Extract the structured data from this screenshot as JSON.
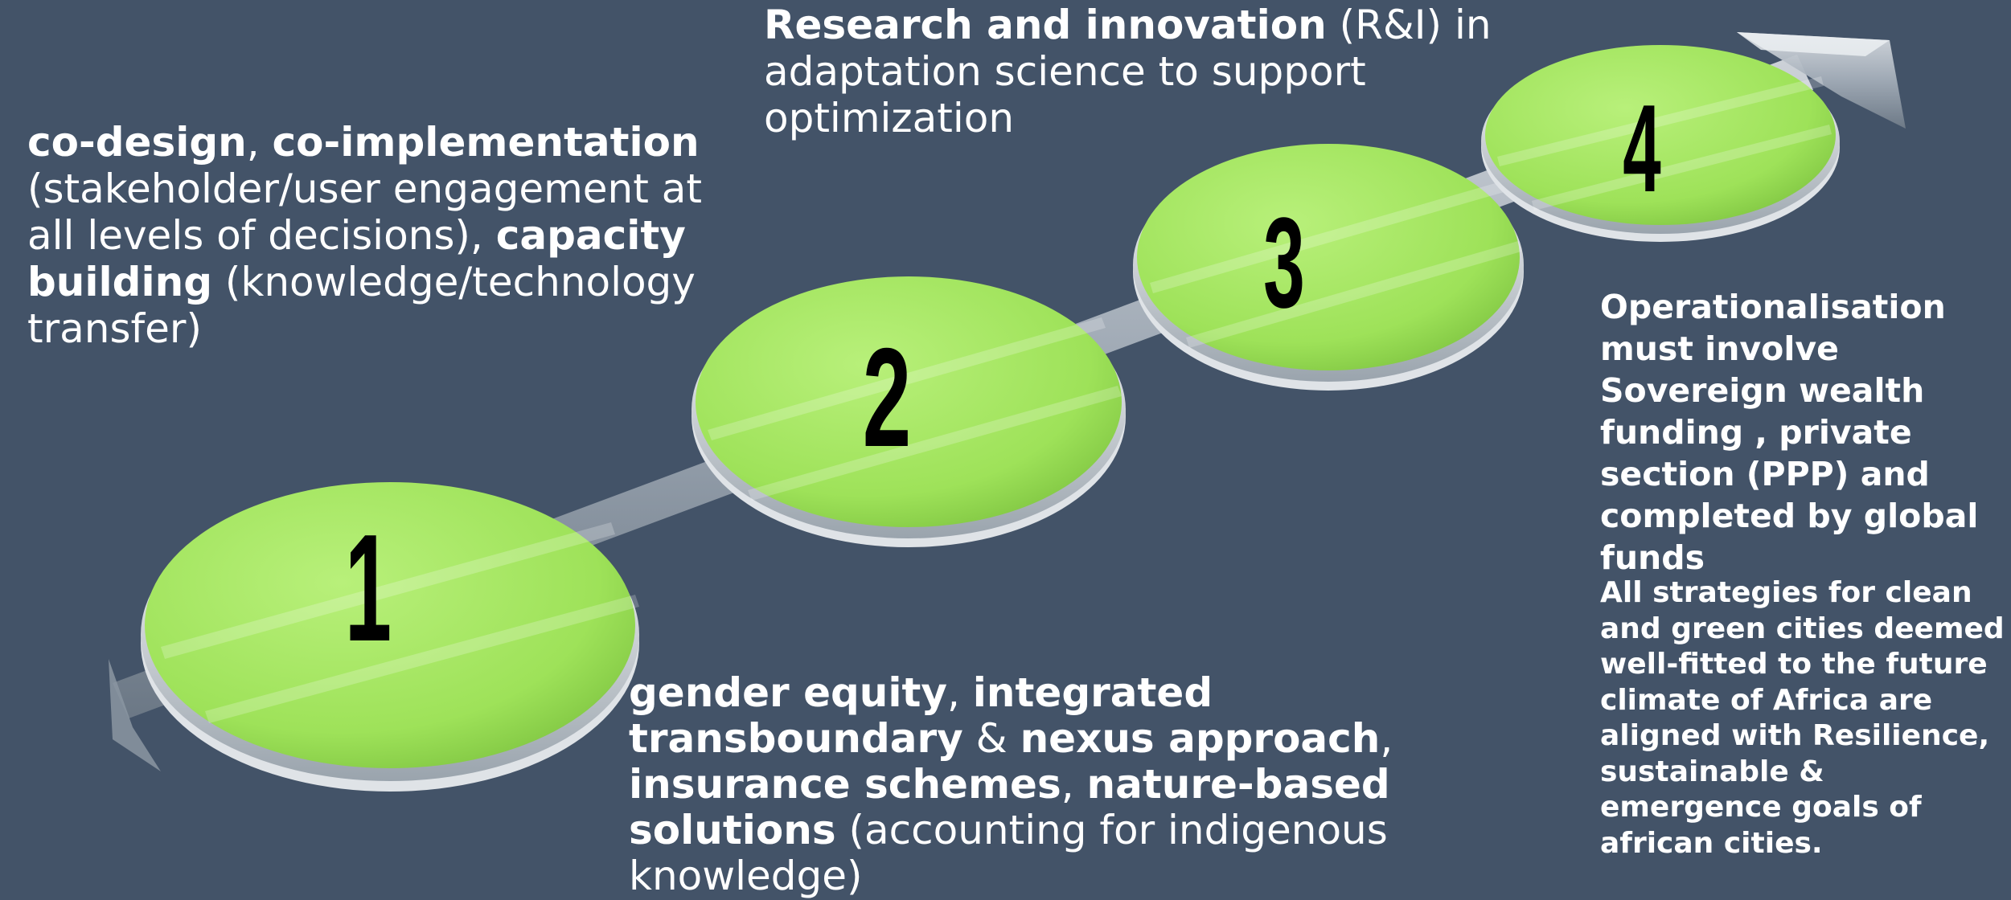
{
  "steps": [
    "1",
    "2",
    "3",
    "4"
  ],
  "research": {
    "bold1": "Research and innovation",
    "text1": " (R&I) in adaptation science to support optimization"
  },
  "codesign": {
    "bold1": "co-design",
    "text1": ", ",
    "bold2": "co-implementation",
    "text2": " (stakeholder/user engagement at all levels of decisions), ",
    "bold3": "capacity building",
    "text3": " (knowledge/technology transfer)"
  },
  "gender": {
    "bold1": "gender equity",
    "text1": ", ",
    "bold2": "integrated transboundary",
    "text2": "  & ",
    "bold3": "nexus approach",
    "text3": ", ",
    "bold4": "insurance schemes",
    "text4": ", ",
    "bold5": "nature-based solutions",
    "text5": " (accounting for indigenous knowledge)"
  },
  "operational": {
    "heading": "Operationalisation must involve Sovereign wealth funding , private section (PPP) and completed by global funds",
    "body": "All strategies for clean and green cities deemed well-fitted to the future climate of Africa are aligned with Resilience, sustainable & emergence goals of african cities."
  },
  "colors": {
    "background": "#435368",
    "disc": "#9fe35a",
    "arrow": "#aab3bd"
  }
}
